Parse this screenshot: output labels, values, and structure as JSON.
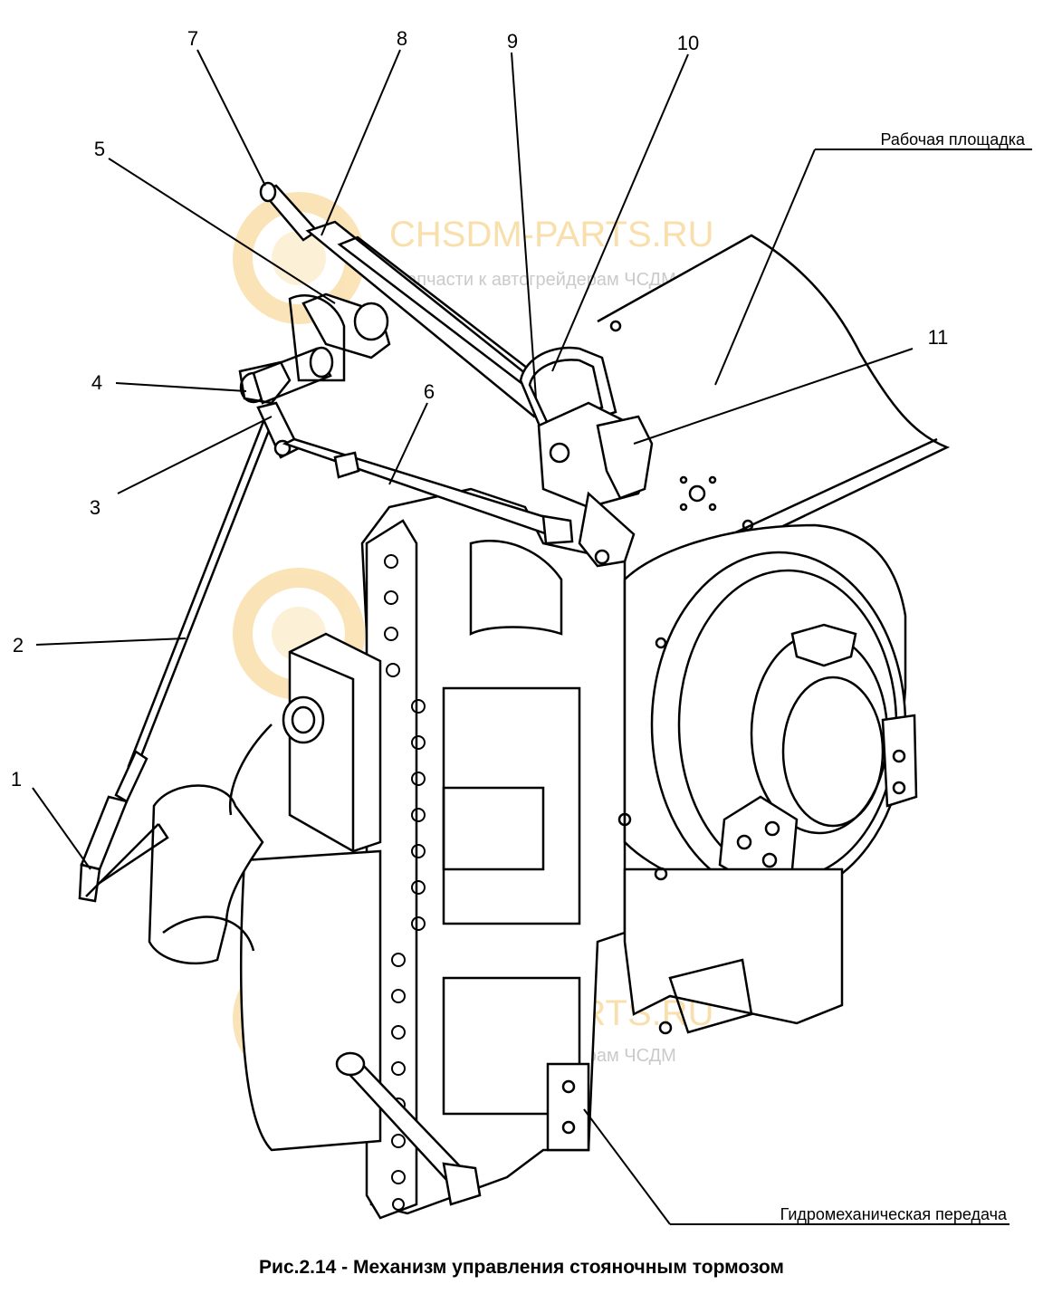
{
  "callouts": {
    "n1": "1",
    "n2": "2",
    "n3": "3",
    "n4": "4",
    "n5": "5",
    "n6": "6",
    "n7": "7",
    "n8": "8",
    "n9": "9",
    "n10": "10",
    "n11": "11"
  },
  "labels": {
    "platform": "Рабочая площадка",
    "transmission": "Гидромеханическая передача"
  },
  "watermark": {
    "brand": "CHSDM-PARTS.RU",
    "subtitle": "запчасти к автогрейдерам ЧСДМ"
  },
  "caption": "Рис.2.14 - Механизм управления стояночным тормозом"
}
